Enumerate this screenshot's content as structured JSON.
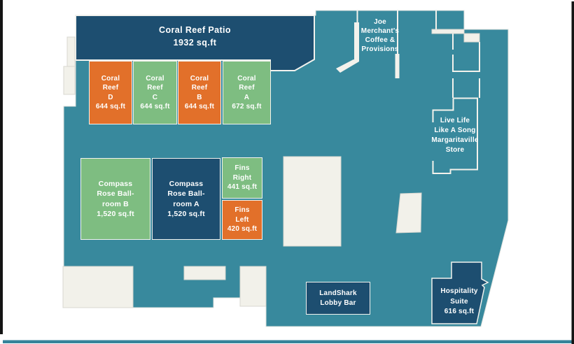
{
  "colors": {
    "page": "#FFFFFF",
    "teal": "#38899D",
    "navy": "#1D4E70",
    "orange": "#E2702A",
    "green": "#7EBD81",
    "cutout": "#F2F1EA",
    "cutout_border": "#D8D7D0",
    "wall": "#F3F2EC",
    "bottom_strip": "#35839A",
    "frame": "#141414"
  },
  "rooms": {
    "coral_reef_patio": {
      "label": "Coral Reef Patio\n1932 sq.ft"
    },
    "coral_reef_d": {
      "label": "Coral\nReef\nD\n644 sq.ft"
    },
    "coral_reef_c": {
      "label": "Coral\nReef\nC\n644 sq.ft"
    },
    "coral_reef_b": {
      "label": "Coral\nReef\nB\n644 sq.ft"
    },
    "coral_reef_a": {
      "label": "Coral\nReef\nA\n672 sq.ft"
    },
    "compass_rose_ballroom_b": {
      "label": "Compass\nRose Ball-\nroom B\n1,520 sq.ft"
    },
    "compass_rose_ballroom_a": {
      "label": "Compass\nRose Ball-\nroom A\n1,520 sq.ft"
    },
    "fins_right": {
      "label": "Fins\nRight\n441 sq.ft"
    },
    "fins_left": {
      "label": "Fins\nLeft\n420 sq.ft"
    },
    "joe_merchants": {
      "label": "Joe\nMerchant's\nCoffee &\nProvisions"
    },
    "margaritaville_store": {
      "label": "Live Life\nLike A Song\nMargaritaville\nStore"
    },
    "landshark_lobby_bar": {
      "label": "LandShark\nLobby Bar"
    },
    "hospitality_suite": {
      "label": "Hospitality\nSuite\n616 sq.ft"
    }
  }
}
